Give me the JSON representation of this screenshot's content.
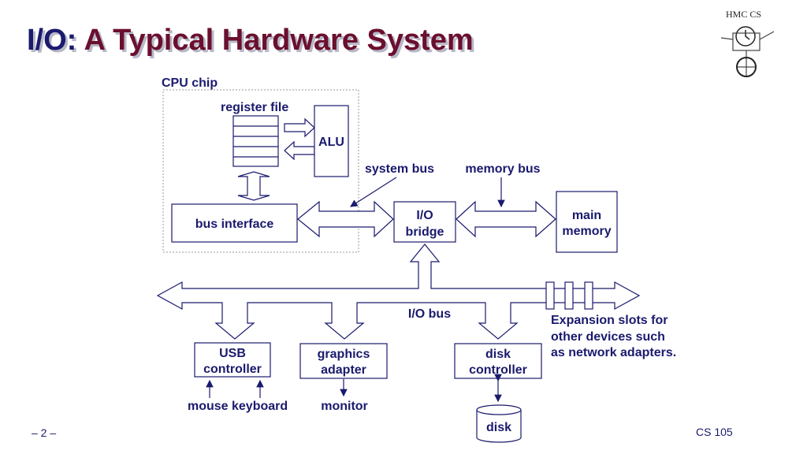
{
  "title": {
    "part1": "I/O:",
    "part2": "A Typical Hardware System"
  },
  "labels": {
    "cpu_chip": "CPU chip",
    "register_file": "register file",
    "alu": "ALU",
    "bus_interface": "bus interface",
    "system_bus": "system bus",
    "memory_bus": "memory bus",
    "io_bridge_1": "I/O",
    "io_bridge_2": "bridge",
    "main_memory_1": "main",
    "main_memory_2": "memory",
    "io_bus": "I/O bus",
    "expansion_1": "Expansion slots for",
    "expansion_2": "other devices such",
    "expansion_3": "as network adapters.",
    "usb_1": "USB",
    "usb_2": "controller",
    "graphics_1": "graphics",
    "graphics_2": "adapter",
    "disk_ctrl_1": "disk",
    "disk_ctrl_2": "controller",
    "mouse": "mouse",
    "keyboard": "keyboard",
    "monitor": "monitor",
    "disk": "disk"
  },
  "footer": {
    "page": "– 2 –",
    "course": "CS 105"
  },
  "logo": {
    "text": "HMC CS"
  }
}
